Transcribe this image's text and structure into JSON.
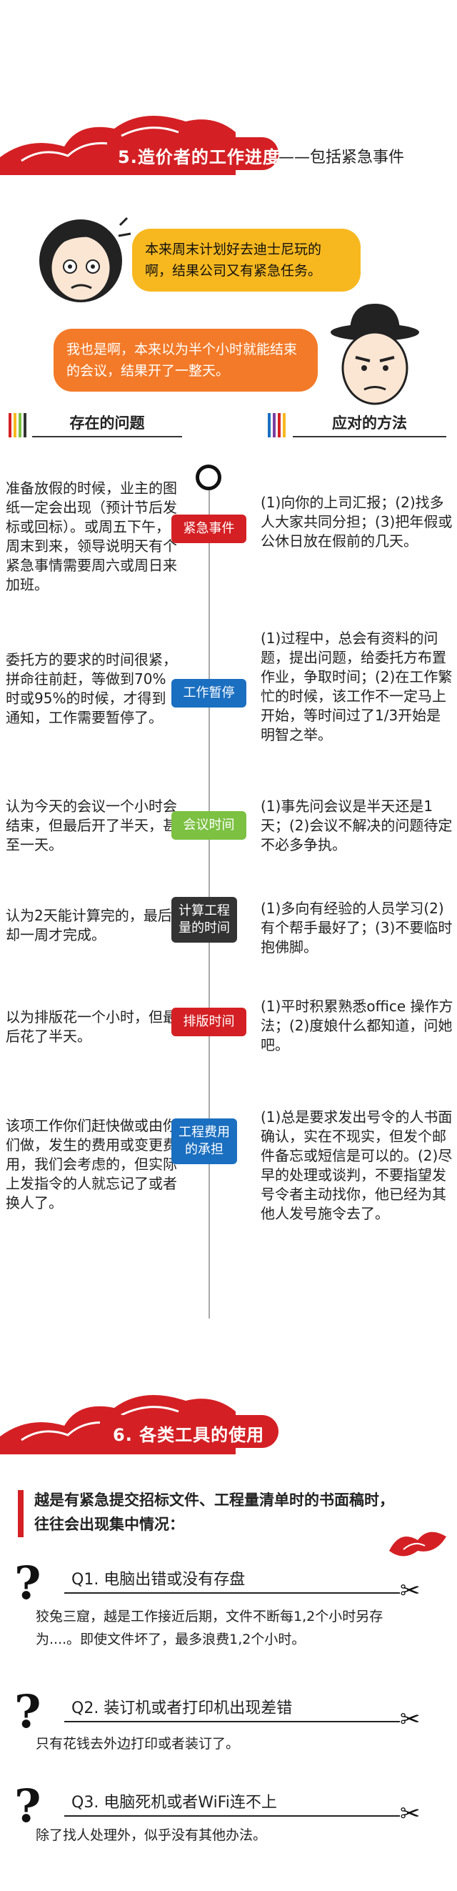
{
  "section5": {
    "title": "5.造价者的工作进度",
    "subtitle": "——包括紧急事件"
  },
  "dialog": {
    "bubble1": "本来周末计划好去迪士尼玩的啊，结果公司又有紧急任务。",
    "bubble2": "我也是啊，本来以为半个小时就能结束的会议，结果开了一整天。"
  },
  "headers": {
    "problems": "存在的问题",
    "methods": "应对的方法"
  },
  "rows": [
    {
      "problem": "准备放假的时候，业主的图纸一定会出现（预计节后发标或回标）。或周五下午，周末到来，领导说明天有个紧急事情需要周六或周日来加班。",
      "tag": "紧急事件",
      "method": "(1)向你的上司汇报；(2)找多人大家共同分担；(3)把年假或公休日放在假前的几天。"
    },
    {
      "problem": "委托方的要求的时间很紧，拼命往前赶，等做到70%时或95%的时候，才得到通知，工作需要暂停了。",
      "tag": "工作暂停",
      "method": "(1)过程中，总会有资料的问题，提出问题，给委托方布置作业，争取时间；(2)在工作繁忙的时候，该工作不一定马上开始，等时间过了1/3开始是明智之举。"
    },
    {
      "problem": "认为今天的会议一个小时会结束，但最后开了半天，甚至一天。",
      "tag": "会议时间",
      "method": "(1)事先问会议是半天还是1天；(2)会议不解决的问题待定不必多争执。"
    },
    {
      "problem": "认为2天能计算完的，最后却一周才完成。",
      "tag": "计算工程量的时间",
      "method": "(1)多向有经验的人员学习(2)有个帮手最好了；(3)不要临时抱佛脚。"
    },
    {
      "problem": "以为排版花一个小时，但最后花了半天。",
      "tag": "排版时间",
      "method": "(1)平时积累熟悉office 操作方法；(2)度娘什么都知道，问她吧。"
    },
    {
      "problem": "该项工作你们赶快做或由你们做，发生的费用或变更费用，我们会考虑的，但实际上发指令的人就忘记了或者换人了。",
      "tag": "工程费用的承担",
      "method": "(1)总是要求发出号令的人书面确认，实在不现实，但发个邮件备忘或短信是可以的。(2)尽早的处理或谈判，不要指望发号令者主动找你，他已经为其他人发号施令去了。"
    }
  ],
  "section6": {
    "title": "6. 各类工具的使用"
  },
  "intro": "越是有紧急提交招标文件、工程量清单时的书面稿时，往往会出现集中情况：",
  "questions": [
    {
      "q": "Q1. 电脑出错或没有存盘",
      "a": "狡兔三窟，越是工作接近后期，文件不断每1,2个小时另存为....。即使文件坏了，最多浪费1,2个小时。"
    },
    {
      "q": "Q2. 装订机或者打印机出现差错",
      "a": "只有花钱去外边打印或者装订了。"
    },
    {
      "q": "Q3. 电脑死机或者WiFi连不上",
      "a": "除了找人处理外，似乎没有其他办法。"
    }
  ],
  "colors": {
    "red": "#d42024",
    "blue": "#1b6fc0",
    "green": "#7cc142",
    "dark": "#333333",
    "yellow": "#f7b81f",
    "orange": "#f37a28"
  }
}
